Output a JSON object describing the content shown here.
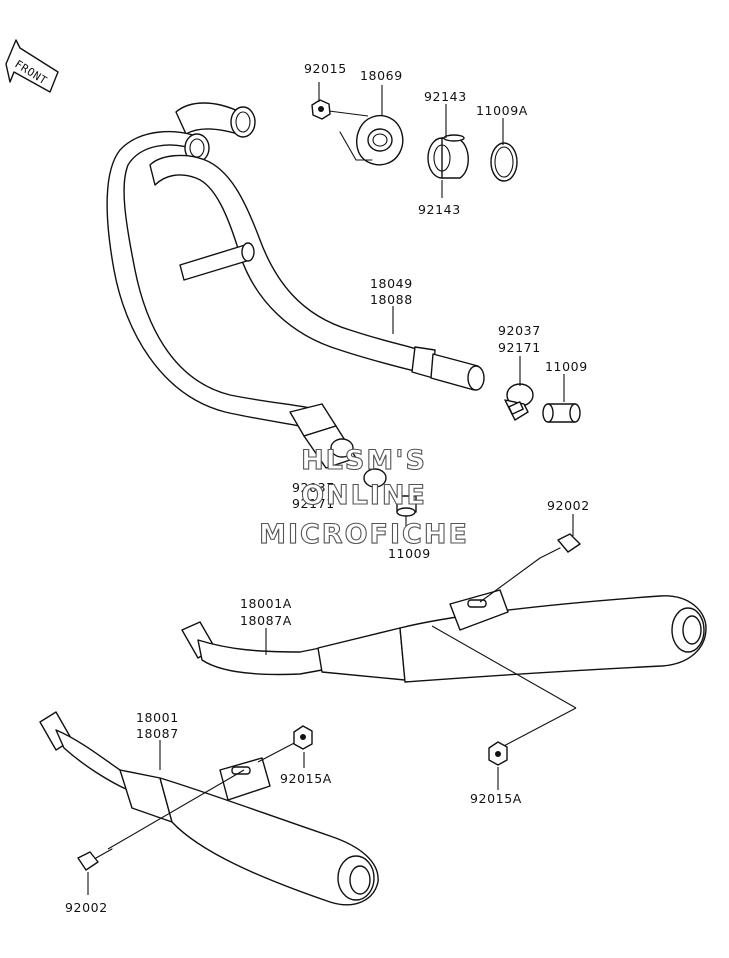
{
  "front_indicator": {
    "text": "FRONT",
    "icon": "front-arrow-icon"
  },
  "watermark": {
    "line1": "HLSM'S",
    "line2": "ONLINE",
    "line3": "MICROFICHE"
  },
  "callouts": {
    "p92015_top": "92015",
    "p18069": "18069",
    "p92143_top": "92143",
    "p11009A": "11009A",
    "p92143_bottom": "92143",
    "p18049": "18049",
    "p18088": "18088",
    "p92037_right": "92037",
    "p92171_right": "92171",
    "p11009_right": "11009",
    "p92037_mid": "92037",
    "p92171_mid": "92171",
    "p11009_mid": "11009",
    "p92002_right": "92002",
    "p18001A": "18001A",
    "p18087A": "18087A",
    "p18001": "18001",
    "p18087": "18087",
    "p92015A_left": "92015A",
    "p92015A_right": "92015A",
    "p92002_left": "92002"
  }
}
